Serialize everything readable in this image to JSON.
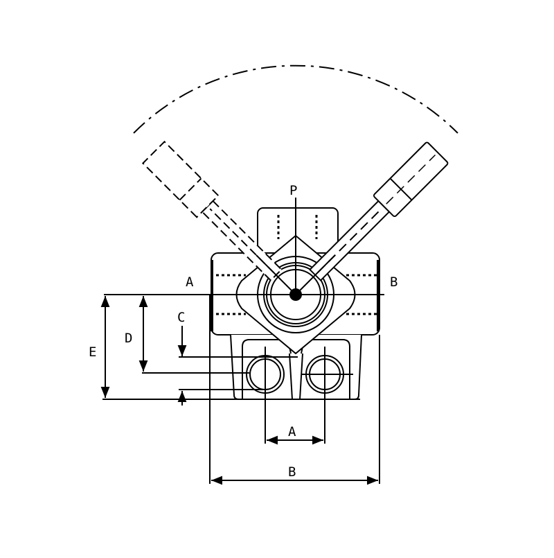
{
  "ports": {
    "pressure": "P",
    "left": "A",
    "right": "B"
  },
  "dimensions": {
    "c": "C",
    "d": "D",
    "e": "E",
    "port_spacing": "A",
    "body_width": "B"
  },
  "colors": {
    "line": "#000000",
    "background": "#ffffff"
  }
}
